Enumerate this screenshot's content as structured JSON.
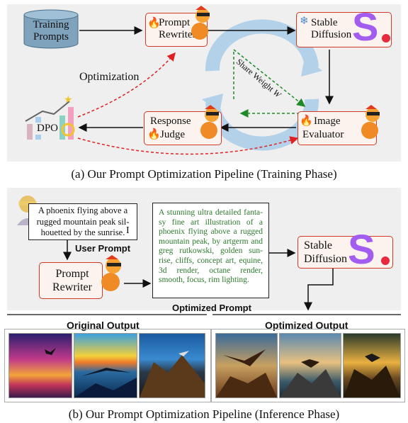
{
  "training": {
    "training_prompts": "Training\nPrompts",
    "prompt_rewriter": "Prompt\nRewriter",
    "stable_diffusion": "Stable\nDiffusion",
    "optimization": "Optimization",
    "share_weight": "Share Weight",
    "share_weight_w": "W",
    "dpo": "DPO",
    "response_judge_line1": "Response",
    "response_judge_line2": "Judge",
    "image_evaluator_line1": "Image",
    "image_evaluator_line2": "Evaluator",
    "caption": "(a) Our Prompt Optimization Pipeline (Training Phase)"
  },
  "inference": {
    "user_prompt_text": "A phoenix flying above a rugged mountain peak sil-houetted by the sunrise.",
    "user_prompt_label": "User Prompt",
    "prompt_rewriter": "Prompt\nRewriter",
    "optimized_text": "A stunning ultra detailed fanta-sy fine art illustration of a phoenix flying above a rugged mountain peak, by artgerm and greg rutkowski, golden sun-rise, cliffs, concept art, equine, 3d render, octane render, smooth, focus, rim lighting.",
    "optimized_prompt_label": "Optimized Prompt",
    "stable_diffusion": "Stable\nDiffusion",
    "original_output": "Original Output",
    "optimized_output": "Optimized Output",
    "caption": "(b) Our Prompt Optimization Pipeline (Inference Phase)"
  },
  "colors": {
    "accent_red": "#d23a26",
    "panel_gray": "#efefef",
    "green_text": "#2d7a2d",
    "arrow_blue": "#a9cdea",
    "sd_purple": "#a35cf0"
  },
  "icons": [
    "fire-icon",
    "snowflake-icon",
    "database-icon",
    "dpo-chart-icon",
    "cursor-icon",
    "user-avatar-icon",
    "stable-diffusion-logo",
    "camel-mascot"
  ]
}
